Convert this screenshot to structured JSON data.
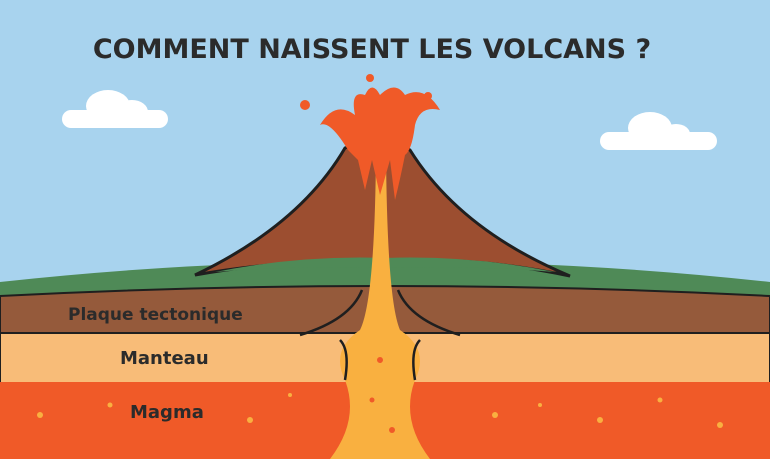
{
  "title": "COMMENT NAISSENT LES VOLCANS ?",
  "labels": {
    "plate": "Plaque tectonique",
    "mantle": "Manteau",
    "magma": "Magma"
  },
  "colors": {
    "sky": "#a8d3ee",
    "grass": "#4f8a57",
    "plate": "#955a3b",
    "mantle": "#f8bc78",
    "magma": "#f05a28",
    "lava": "#f9b040",
    "volcano": "#9c4e30",
    "outline": "#1f1f1f"
  }
}
